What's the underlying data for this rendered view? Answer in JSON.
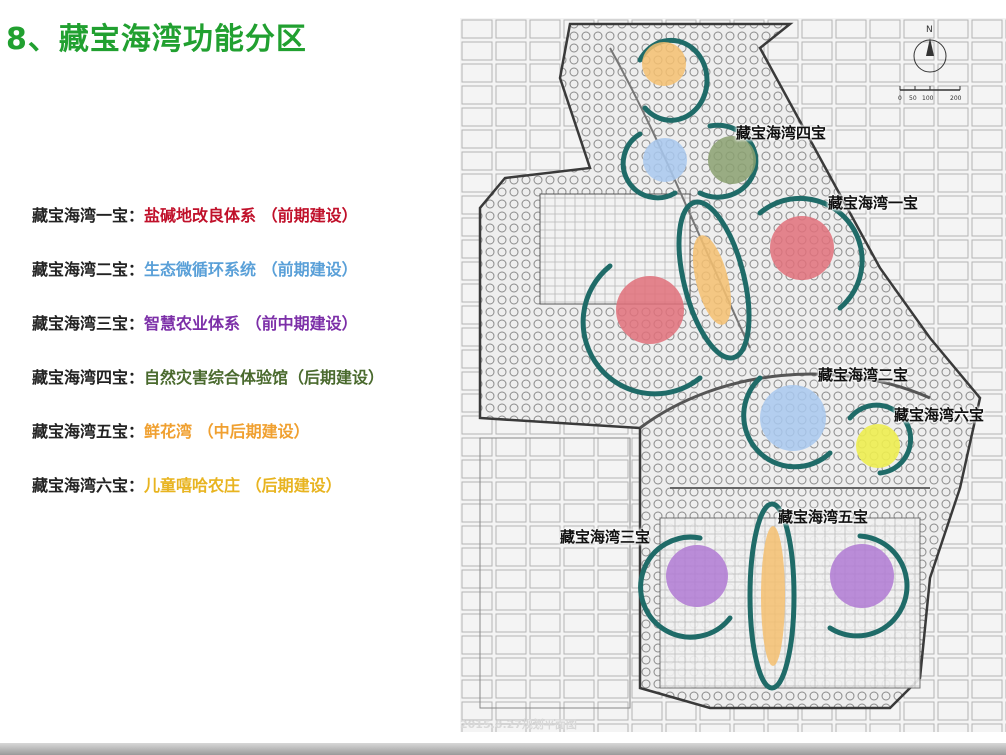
{
  "title": "8、藏宝海湾功能分区",
  "colors": {
    "title": "#21a030",
    "label": "#222222",
    "ring": "#1f6b68"
  },
  "legend": [
    {
      "name": "藏宝海湾一宝：",
      "desc": "盐碱地改良体系 （前期建设）",
      "color": "#c0102a"
    },
    {
      "name": "藏宝海湾二宝：",
      "desc": "生态微循环系统 （前期建设）",
      "color": "#5aa0d8"
    },
    {
      "name": "藏宝海湾三宝：",
      "desc": "智慧农业体系 （前中期建设）",
      "color": "#7c2fa8"
    },
    {
      "name": "藏宝海湾四宝：",
      "desc": "自然灾害综合体验馆（后期建设）",
      "color": "#4a6a2e"
    },
    {
      "name": "藏宝海湾五宝：",
      "desc": "鲜花湾 （中后期建设）",
      "color": "#f0a030"
    },
    {
      "name": "藏宝海湾六宝：",
      "desc": "儿童嘻哈农庄 （后期建设）",
      "color": "#e8b420"
    }
  ],
  "map": {
    "labels": [
      {
        "text": "藏宝海湾四宝"
      },
      {
        "text": "藏宝海湾一宝"
      },
      {
        "text": "藏宝海湾二宝"
      },
      {
        "text": "藏宝海湾六宝"
      },
      {
        "text": "藏宝海湾五宝"
      },
      {
        "text": "藏宝海湾三宝"
      }
    ],
    "caption": "2015.8.27规划平面图",
    "north": "N",
    "scale_ticks": [
      "0",
      "50",
      "100",
      "200"
    ],
    "zone_colors": {
      "red": "#e0707a",
      "blue": "#a8c8ee",
      "purple": "#b07ad4",
      "green": "#8aa070",
      "orange": "#f5c070",
      "yellow": "#eded50"
    }
  }
}
